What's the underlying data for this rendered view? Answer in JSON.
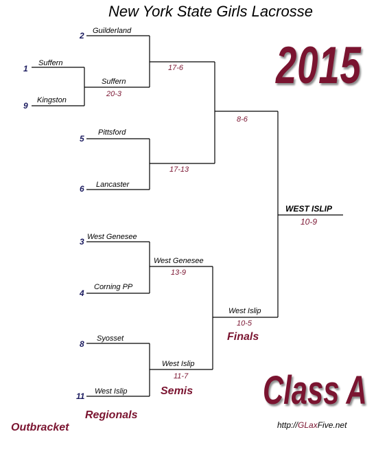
{
  "title": "New York State Girls Lacrosse",
  "year": "2015",
  "classification": "Class A",
  "url_prefix": "http://",
  "url_highlight": "GLax",
  "url_suffix": "Five.net",
  "rounds": {
    "outbracket": "Outbracket",
    "regionals": "Regionals",
    "semis": "Semis",
    "finals": "Finals"
  },
  "seeds": {
    "guilderland": "2",
    "suffern": "1",
    "kingston": "9",
    "pittsford": "5",
    "lancaster": "6",
    "west_genesee": "3",
    "corning": "4",
    "syosset": "8",
    "west_islip": "11"
  },
  "teams": {
    "guilderland": "Guilderland",
    "suffern": "Suffern",
    "kingston": "Kingston",
    "pittsford": "Pittsford",
    "lancaster": "Lancaster",
    "west_genesee": "West Genesee",
    "corning": "Corning PP",
    "syosset": "Syosset",
    "west_islip": "West Islip"
  },
  "outbracket_game": {
    "winner": "Suffern",
    "score": "20-3"
  },
  "regional_games": [
    {
      "winner": "",
      "score": "17-6"
    },
    {
      "winner": "",
      "score": "17-13"
    },
    {
      "winner": "West Genesee",
      "score": "13-9"
    },
    {
      "winner": "West Islip",
      "score": "11-7"
    }
  ],
  "semi_games": [
    {
      "winner": "",
      "score": "8-6"
    },
    {
      "winner": "West Islip",
      "score": "10-5"
    }
  ],
  "final_game": {
    "winner": "WEST ISLIP",
    "score": "10-9"
  }
}
